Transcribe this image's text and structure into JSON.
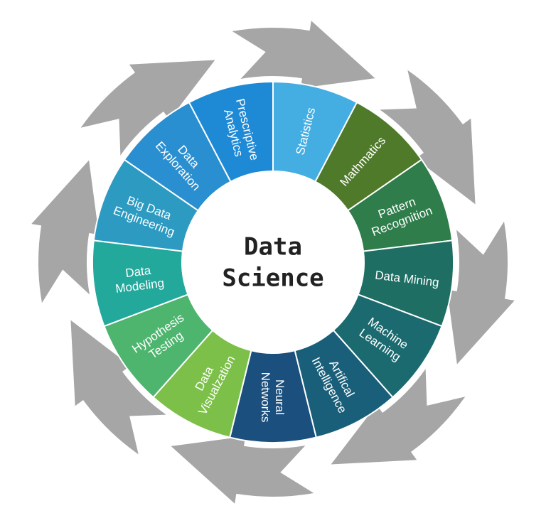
{
  "center": {
    "line1": "Data",
    "line2": "Science"
  },
  "colors": {
    "arrow": "#a6a6a6",
    "divider": "#ffffff",
    "center_fill": "#ffffff"
  },
  "segments": [
    {
      "lines": [
        "Statistics"
      ],
      "color": "#44aee3"
    },
    {
      "lines": [
        "Mathmatics"
      ],
      "color": "#4f7a2a"
    },
    {
      "lines": [
        "Pattern",
        "Recognition"
      ],
      "color": "#2e7d4a"
    },
    {
      "lines": [
        "Data Mining"
      ],
      "color": "#1e6e63"
    },
    {
      "lines": [
        "Machine",
        "Learning"
      ],
      "color": "#1b6a6f"
    },
    {
      "lines": [
        "Artifical",
        "Intelligence"
      ],
      "color": "#1a5f7a"
    },
    {
      "lines": [
        "Neural",
        "Networks"
      ],
      "color": "#1b4f7d"
    },
    {
      "lines": [
        "Data",
        "Visualzation"
      ],
      "color": "#7cc04a"
    },
    {
      "lines": [
        "Hypothesis",
        "Testing"
      ],
      "color": "#4db56e"
    },
    {
      "lines": [
        "Data",
        "Modeling"
      ],
      "color": "#22a99c"
    },
    {
      "lines": [
        "Big Data",
        "Engineering"
      ],
      "color": "#2c9ac1"
    },
    {
      "lines": [
        "Data",
        "Exploration"
      ],
      "color": "#2a8fd0"
    },
    {
      "lines": [
        "Prescriptive",
        "Analytics"
      ],
      "color": "#1e8ad6"
    }
  ]
}
